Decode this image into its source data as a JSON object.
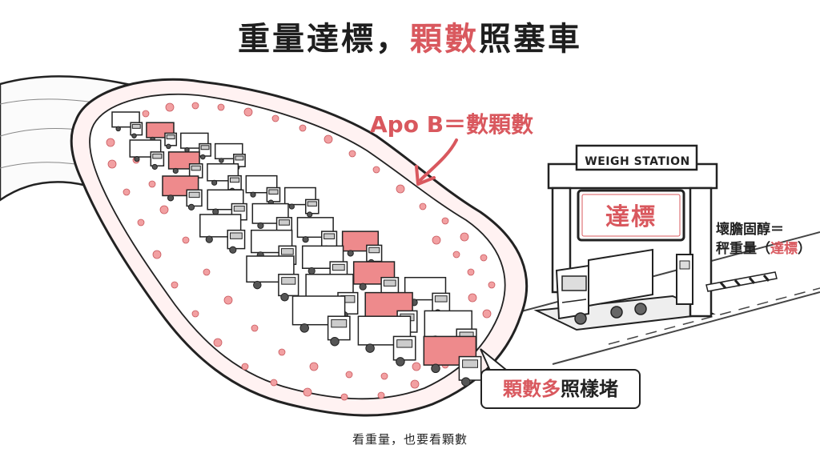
{
  "title": {
    "part1": "重量達標，",
    "part2": "顆數",
    "part3": "照塞車"
  },
  "annotation": {
    "apob": "Apo B＝數顆數"
  },
  "callout": {
    "part1": "顆數多",
    "part2": "照樣堵"
  },
  "weigh_station": {
    "label": "WEIGH STATION",
    "sign_text": "達標"
  },
  "side_note": {
    "line1": "壞膽固醇＝",
    "line2_a": "秤重量（",
    "line2_b": "達標",
    "line2_c": "）"
  },
  "caption": "看重量，也要看顆數",
  "colors": {
    "accent": "#d9585e",
    "ink": "#222222",
    "truck_red": "#ee8a8c",
    "particle_red": "#f2a0a2"
  },
  "icons": [
    "blood-vessel-illustration",
    "truck-icon",
    "weigh-station-icon",
    "arrow-icon",
    "barrier-gate-icon"
  ]
}
